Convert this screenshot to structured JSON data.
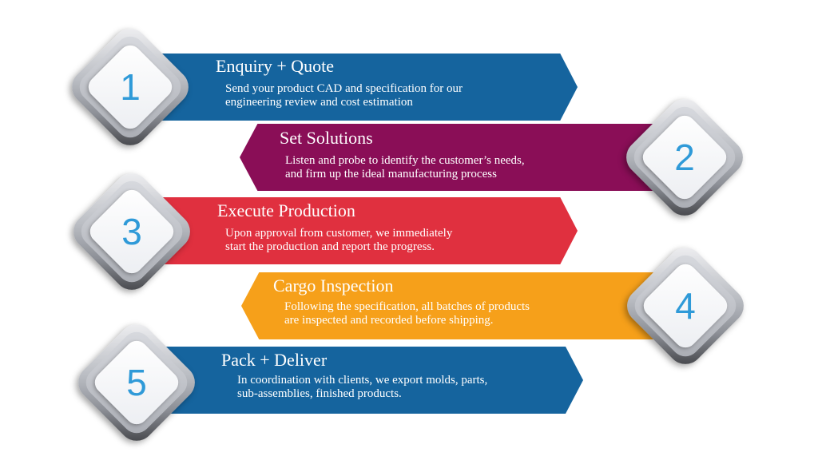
{
  "colors": {
    "blue": "#15649e",
    "purple": "#8a0e57",
    "red": "#e0303f",
    "orange": "#f6a01a",
    "number": "#2f9ad8"
  },
  "steps": [
    {
      "number": "1",
      "title": "Enquiry + Quote",
      "desc": [
        "Send your product CAD and specification for our",
        "engineering review and cost estimation"
      ]
    },
    {
      "number": "2",
      "title": "Set Solutions",
      "desc": [
        "Listen and probe to identify the customer’s needs,",
        "and firm up the ideal manufacturing process"
      ]
    },
    {
      "number": "3",
      "title": "Execute Production",
      "desc": [
        "Upon approval from customer, we immediately",
        "start the production and report the progress."
      ]
    },
    {
      "number": "4",
      "title": "Cargo Inspection",
      "desc": [
        "Following the specification, all batches of products",
        "are inspected and recorded before shipping."
      ]
    },
    {
      "number": "5",
      "title": "Pack + Deliver",
      "desc": [
        "In coordination with clients, we export molds, parts,",
        "sub-assemblies, finished products."
      ]
    }
  ]
}
